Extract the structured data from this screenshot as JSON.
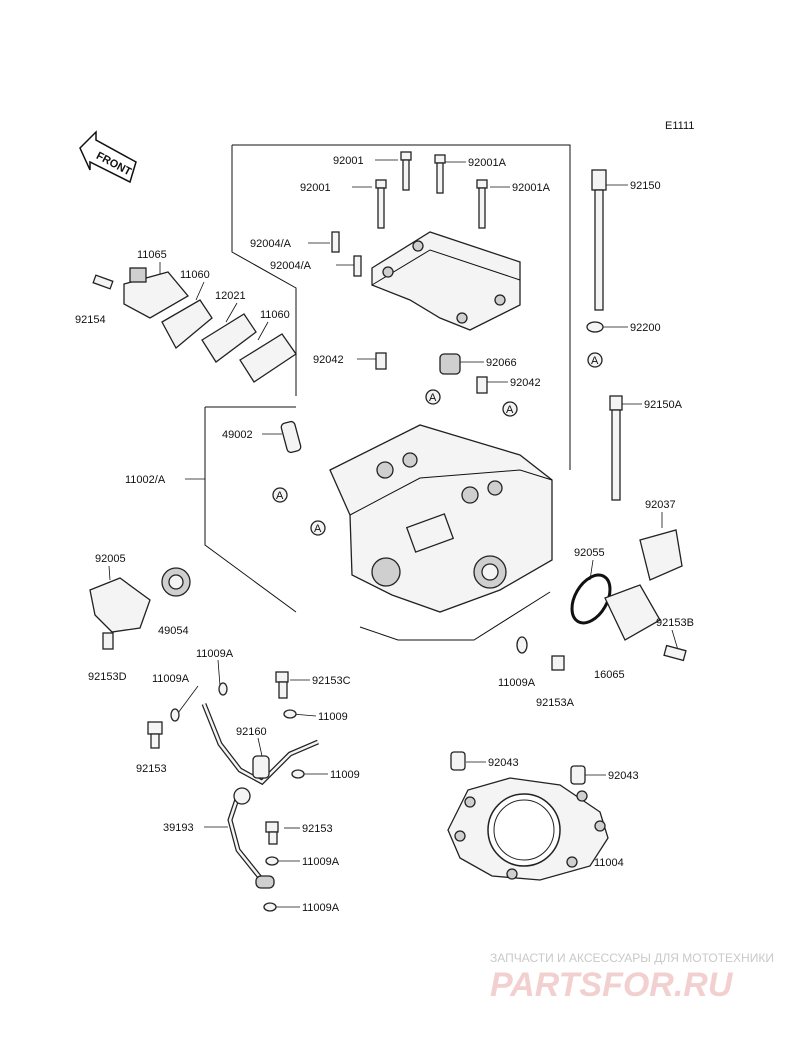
{
  "diagram": {
    "code": "E1111",
    "front_label": "FRONT",
    "ref_mark": "A",
    "part_labels": [
      "92001",
      "92001A",
      "92001",
      "92001A",
      "92150",
      "92004/A",
      "92004/A",
      "11065",
      "11060",
      "12021",
      "11060",
      "92154",
      "92200",
      "92042",
      "92066",
      "92042",
      "92150A",
      "49002",
      "11002/A",
      "92037",
      "92005",
      "92055",
      "49054",
      "92153B",
      "92153D",
      "11009A",
      "92153C",
      "11009A",
      "16065",
      "11009A",
      "92153A",
      "11009",
      "92160",
      "92153",
      "11009",
      "92043",
      "92043",
      "39193",
      "92153",
      "11004",
      "11009A",
      "11009A"
    ]
  },
  "watermark": {
    "tagline": "ЗАПЧАСТИ И АКСЕССУАРЫ ДЛЯ МОТОТЕХНИКИ",
    "brand": "PARTSFOR.RU"
  }
}
